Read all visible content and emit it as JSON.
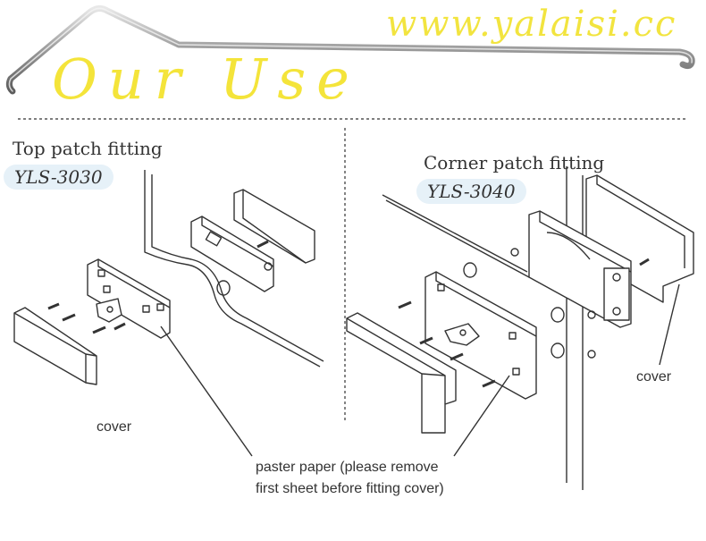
{
  "header": {
    "site_url": "www.yalaisi.cc",
    "title": "Our Use"
  },
  "sections": {
    "top": {
      "title": "Top patch fitting",
      "model": "YLS-3030",
      "cover_label": "cover"
    },
    "corner": {
      "title": "Corner patch fitting",
      "model": "YLS-3040",
      "cover_label": "cover"
    }
  },
  "note": {
    "line1": "paster paper (please remove",
    "line2": "first sheet before fitting cover)"
  },
  "colors": {
    "accent_yellow": "#f2e43f",
    "badge_bg": "#e6f1f8",
    "line": "#333333"
  }
}
